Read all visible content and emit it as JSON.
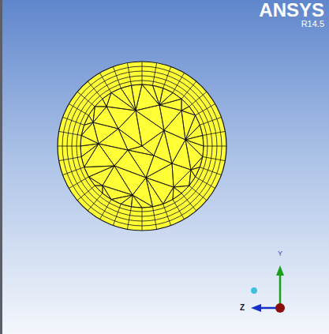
{
  "diagram": {
    "labels": [
      "ANSYS",
      "R14.5",
      "Y",
      "Z"
    ]
  }
}
